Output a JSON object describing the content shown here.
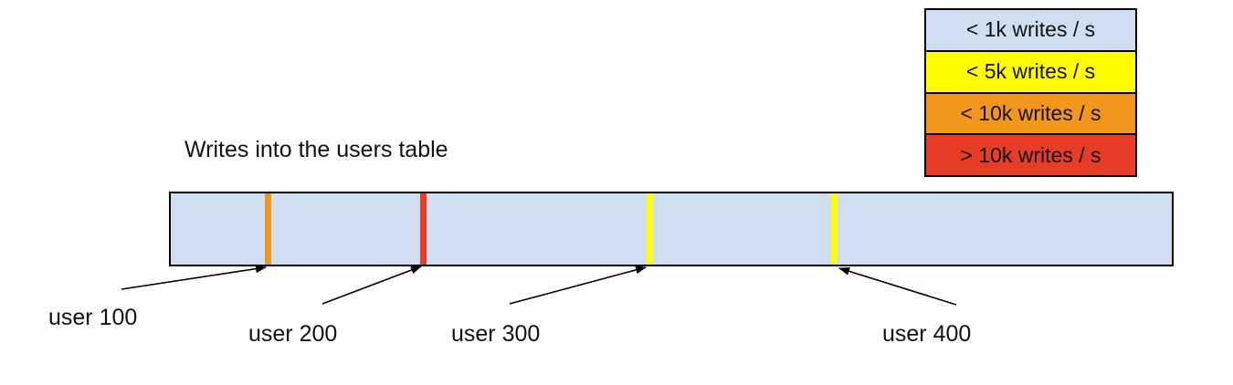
{
  "canvas": {
    "background": "#ffffff"
  },
  "title": {
    "text": "Writes into the users table"
  },
  "legend": {
    "items": [
      {
        "label": "< 1k writes / s",
        "color": "#cfdff1"
      },
      {
        "label": "< 5k writes / s",
        "color": "#ffff00"
      },
      {
        "label": "< 10k writes / s",
        "color": "#f2971c"
      },
      {
        "label": "> 10k writes / s",
        "color": "#e73c25"
      }
    ]
  },
  "bar": {
    "fill": "#cfdff1",
    "border_color": "#000000",
    "markers": [
      {
        "label": "user 100",
        "color": "#f2971c",
        "rate_band": "< 10k writes / s",
        "position_pct": 9.7
      },
      {
        "label": "user 200",
        "color": "#e73c25",
        "rate_band": "> 10k writes / s",
        "position_pct": 25.2
      },
      {
        "label": "user 300",
        "color": "#ffff00",
        "rate_band": "< 5k writes / s",
        "position_pct": 47.9
      },
      {
        "label": "user 400",
        "color": "#ffff00",
        "rate_band": "< 5k writes / s",
        "position_pct": 66.3
      }
    ]
  }
}
